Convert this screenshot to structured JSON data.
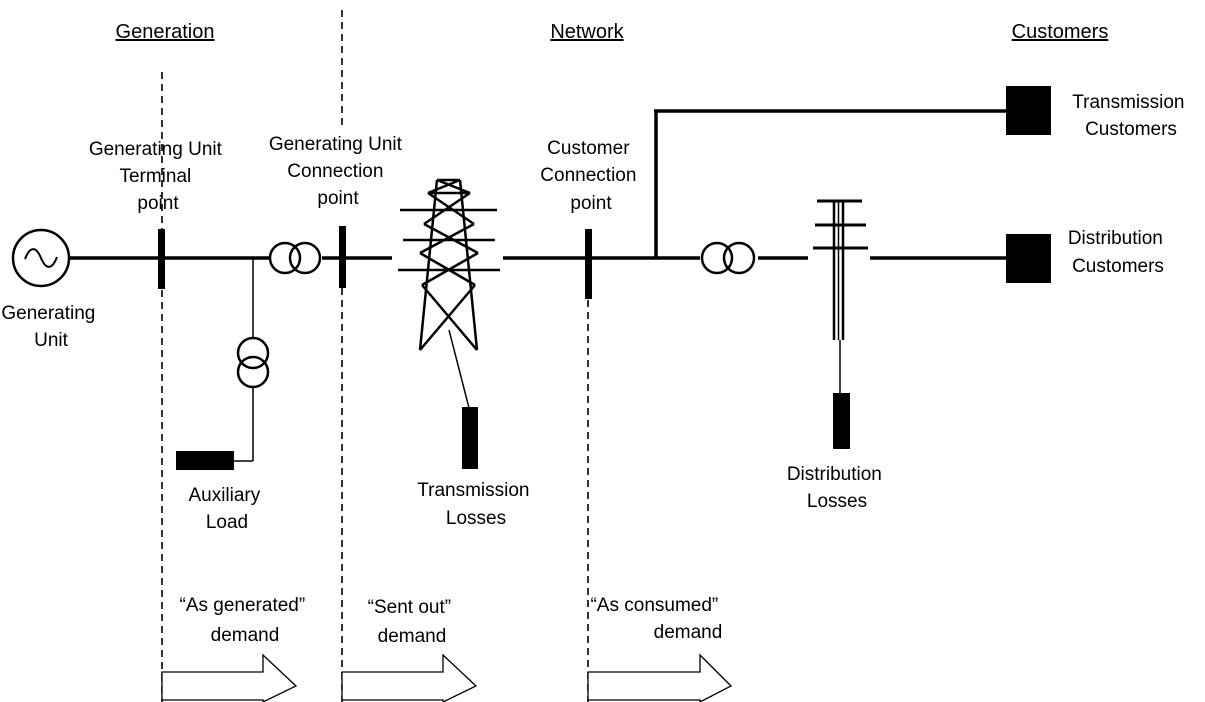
{
  "headers": {
    "generation": "Generation",
    "network": "Network",
    "customers": "Customers"
  },
  "labels": {
    "generating_unit_terminal": [
      "Generating Unit",
      "Terminal",
      "point"
    ],
    "generating_unit_connection": [
      "Generating Unit",
      "Connection",
      "point"
    ],
    "customer_connection": [
      "Customer",
      "Connection",
      "point"
    ],
    "generating_unit": [
      "Generating",
      "Unit"
    ],
    "auxiliary_load": [
      "Auxiliary",
      "Load"
    ],
    "transmission_losses": [
      "Transmission",
      "Losses"
    ],
    "distribution_losses": [
      "Distribution",
      "Losses"
    ],
    "transmission_customers": [
      "Transmission",
      "Customers"
    ],
    "distribution_customers": [
      "Distribution",
      "Customers"
    ]
  },
  "demand": {
    "as_generated": [
      "“As generated”",
      "demand"
    ],
    "sent_out": [
      "“Sent out”",
      "demand"
    ],
    "as_consumed": [
      "“As consumed”",
      "demand"
    ]
  },
  "icons": {
    "generator": "ac-generator-icon",
    "transformer": "transformer-icon",
    "tower": "transmission-tower-icon",
    "pole": "distribution-pole-icon",
    "load": "load-block-icon"
  }
}
